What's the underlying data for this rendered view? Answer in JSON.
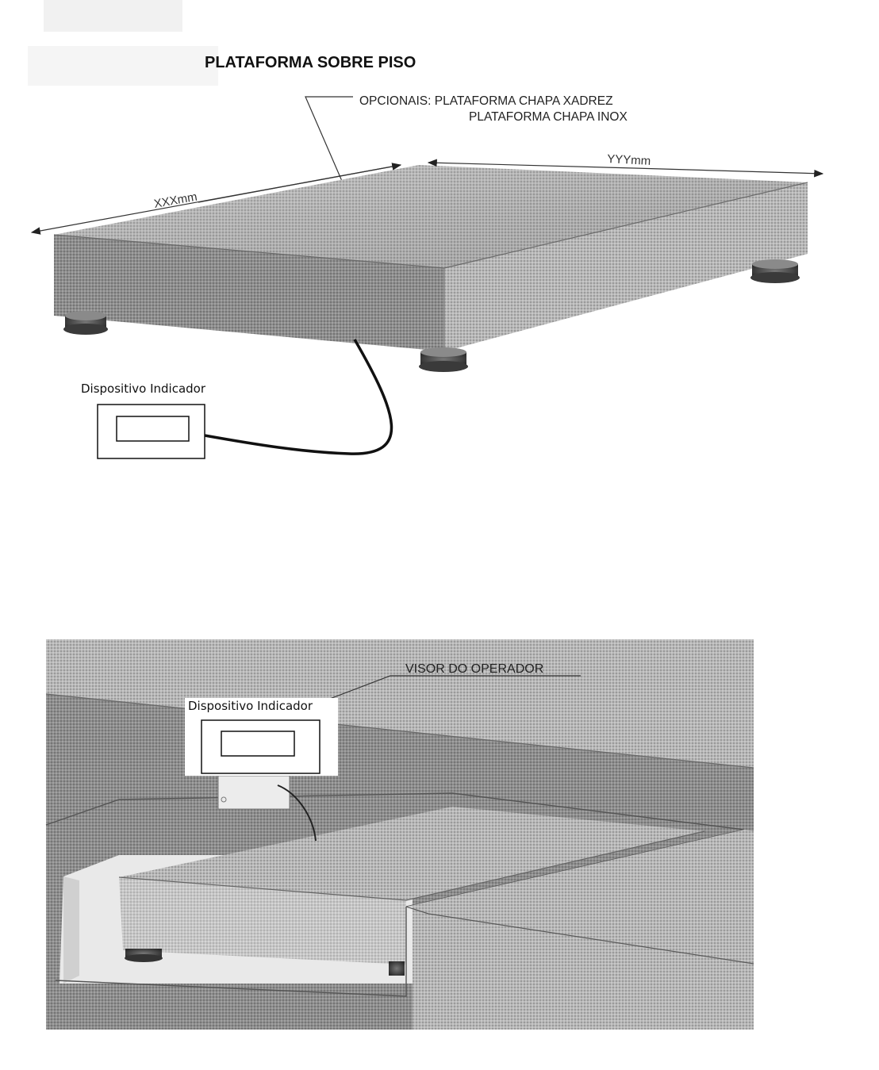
{
  "top_diagram": {
    "title": "PLATAFORMA SOBRE PISO",
    "options_line1": "OPCIONAIS: PLATAFORMA CHAPA XADREZ",
    "options_line2": "PLATAFORMA CHAPA INOX",
    "dim_x": "XXXmm",
    "dim_y": "YYYmm",
    "indicator_label": "Dispositivo Indicador"
  },
  "bottom_diagram": {
    "visor_label": "VISOR DO OPERADOR",
    "indicator_label": "Dispositivo Indicador"
  }
}
